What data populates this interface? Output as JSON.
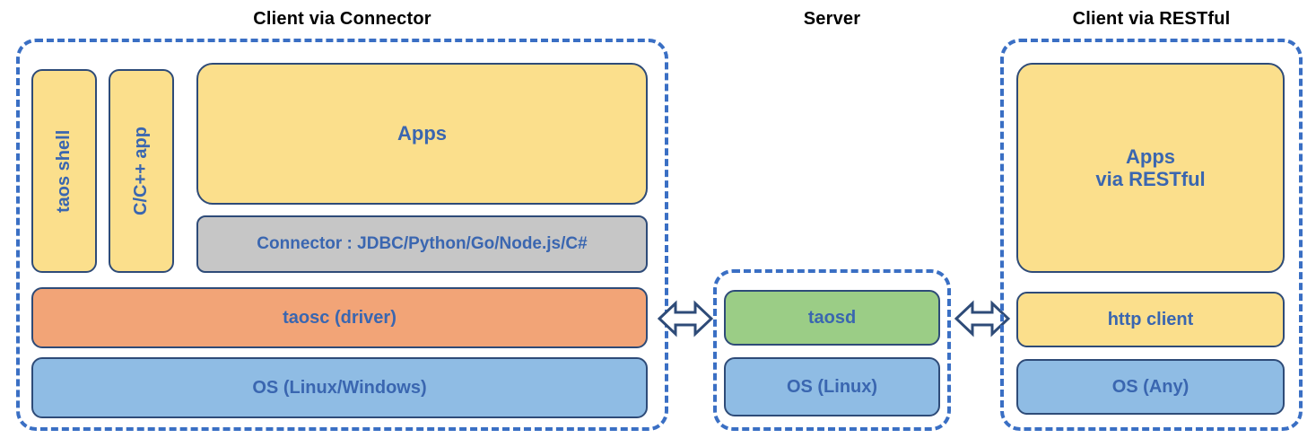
{
  "diagram": {
    "title_color": "#000000",
    "box_text_color": "#3a66b0",
    "box_border_color": "#2e4b78",
    "dash_border_color": "#3a6fc4",
    "arrow_fill": "#ffffff",
    "arrow_stroke": "#2e4b78"
  },
  "groups": {
    "client_connector": {
      "title": "Client via Connector",
      "boxes": {
        "taos_shell": {
          "label": "taos shell",
          "color": "#fbdf8c"
        },
        "c_cpp_app": {
          "label": "C/C++ app",
          "color": "#fbdf8c"
        },
        "apps": {
          "label": "Apps",
          "color": "#fbdf8c"
        },
        "connector": {
          "label": "Connector : JDBC/Python/Go/Node.js/C#",
          "color": "#c6c6c6"
        },
        "taosc": {
          "label": "taosc (driver)",
          "color": "#f2a477"
        },
        "os": {
          "label": "OS (Linux/Windows)",
          "color": "#8fbce4"
        }
      }
    },
    "server": {
      "title": "Server",
      "boxes": {
        "taosd": {
          "label": "taosd",
          "color": "#9bcd86"
        },
        "os": {
          "label": "OS (Linux)",
          "color": "#8fbce4"
        }
      }
    },
    "client_restful": {
      "title": "Client via RESTful",
      "boxes": {
        "apps": {
          "label_line1": "Apps",
          "label_line2": "via RESTful",
          "color": "#fbdf8c"
        },
        "http_client": {
          "label": "http client",
          "color": "#fbdf8c"
        },
        "os": {
          "label": "OS (Any)",
          "color": "#8fbce4"
        }
      }
    }
  },
  "connectors": {
    "left_arrow": {
      "name": "double-headed-arrow",
      "glyph": "⟷"
    },
    "right_arrow": {
      "name": "double-headed-arrow",
      "glyph": "⟷"
    }
  }
}
